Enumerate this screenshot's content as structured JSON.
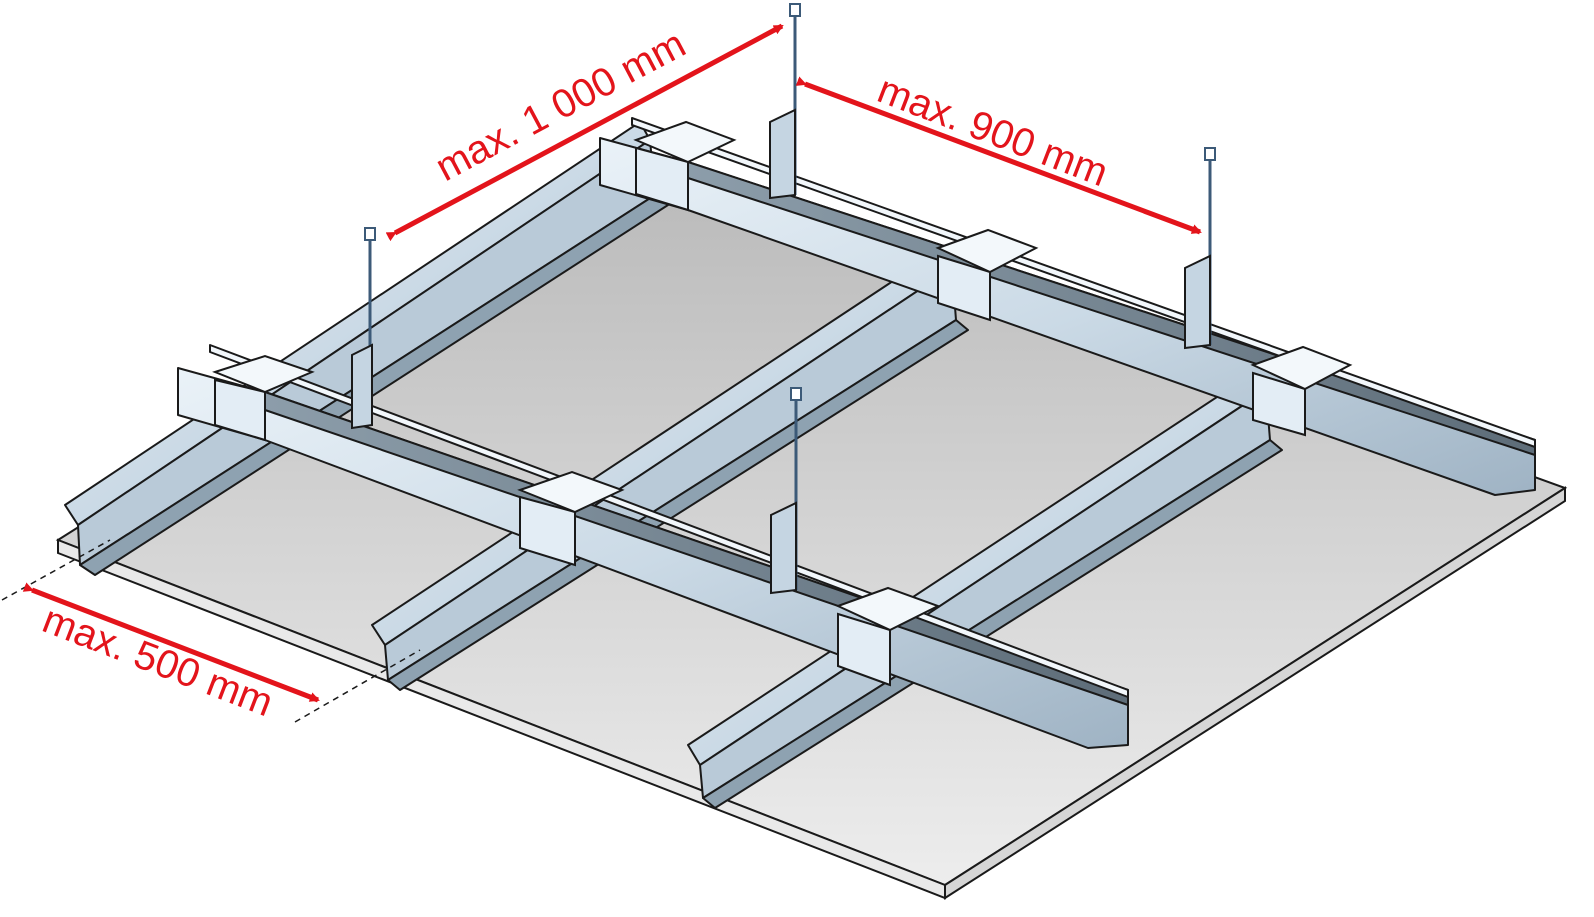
{
  "dimensions": {
    "hanger_spacing": "max. 1 000 mm",
    "main_profile_spacing": "max. 900 mm",
    "edge_distance": "max. 500 mm"
  },
  "colors": {
    "dimension_red": "#e3141b",
    "board_top": "#c9c9c9",
    "board_edge": "#e6e6e6",
    "profile_light": "#dce8f2",
    "profile_mid": "#a9bfd1",
    "profile_dark": "#6f7f8d",
    "outline": "#1a1a1a"
  }
}
